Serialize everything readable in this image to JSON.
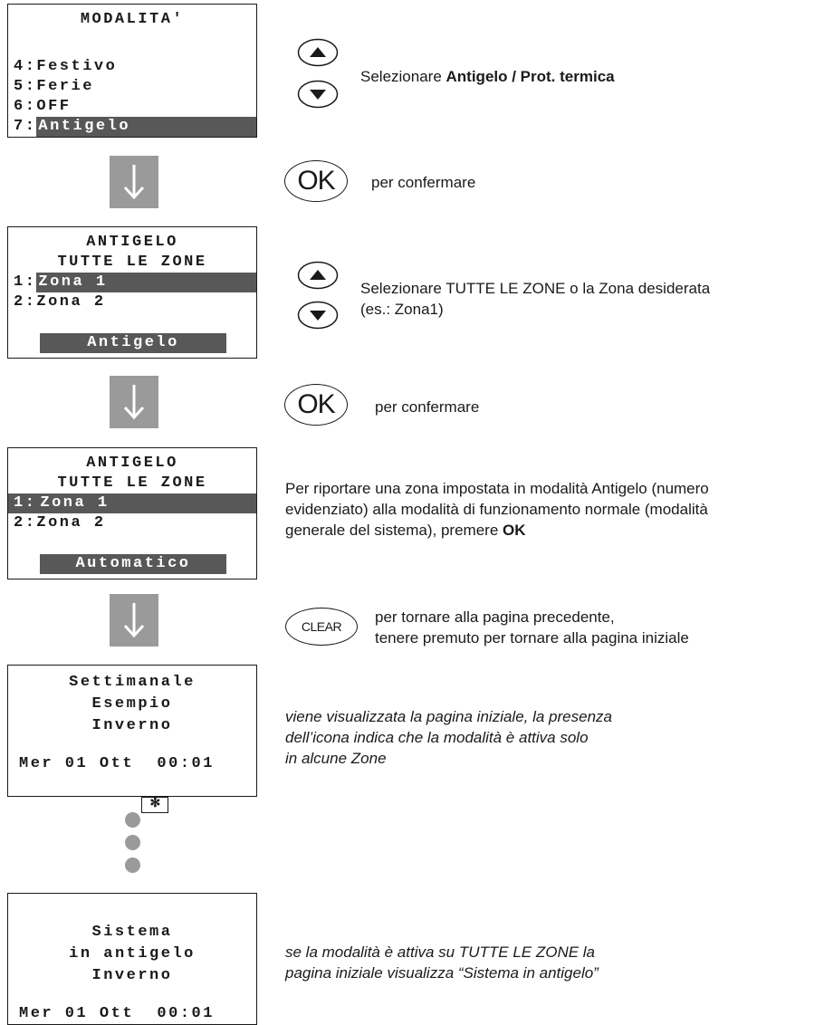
{
  "screen1": {
    "title": "MODALITA'",
    "items": [
      {
        "num": "4:",
        "label": "Festivo"
      },
      {
        "num": "5:",
        "label": "Ferie"
      },
      {
        "num": "6:",
        "label": "OFF"
      },
      {
        "num": "7:",
        "label": "Antigelo"
      }
    ]
  },
  "step1": {
    "text_pre": "Selezionare ",
    "text_bold": "Antigelo / Prot. termica"
  },
  "ok_label": "OK",
  "confirm_text": "per confermare",
  "screen2": {
    "title": "ANTIGELO",
    "subtitle": "TUTTE LE ZONE",
    "items": [
      {
        "num": "1:",
        "label": "Zona 1"
      },
      {
        "num": "2:",
        "label": "Zona 2"
      }
    ],
    "bar": "Antigelo"
  },
  "step2": {
    "line1": "Selezionare TUTTE LE ZONE o la Zona desiderata",
    "line2": "(es.: Zona1)"
  },
  "screen3": {
    "title": "ANTIGELO",
    "subtitle": "TUTTE LE ZONE",
    "items": [
      {
        "num": "1:",
        "label": "Zona 1"
      },
      {
        "num": "2:",
        "label": "Zona 2"
      }
    ],
    "bar": "Automatico"
  },
  "step3": {
    "line1": "Per riportare una zona impostata in modalità Antigelo (numero",
    "line2": "evidenziato) alla modalità di funzionamento normale (modalità",
    "line3_pre": "generale del sistema), premere ",
    "line3_bold": "OK"
  },
  "clear_label": "CLEAR",
  "step4": {
    "line1": "per tornare alla pagina precedente,",
    "line2": "tenere premuto per tornare alla pagina iniziale"
  },
  "screen4": {
    "line1": "Settimanale",
    "line2": "Esempio",
    "line3": "Inverno",
    "date": "Mer 01 Ott  00:01",
    "icon_glyph": "✻"
  },
  "step5": {
    "line1": "viene visualizzata la pagina iniziale, la presenza",
    "line2": "dell’icona indica che la modalità è attiva solo",
    "line3": "in alcune Zone"
  },
  "screen5": {
    "line1": "Sistema",
    "line2": "in antigelo",
    "line3": "Inverno",
    "date": "Mer 01 Ott  00:01"
  },
  "step6": {
    "line1": "se la modalità è attiva su TUTTE LE ZONE la",
    "line2": "pagina iniziale visualizza “Sistema in antigelo”"
  },
  "colors": {
    "highlight": "#585858",
    "arrow": "#9a9a9a",
    "text": "#1a1a1a"
  }
}
